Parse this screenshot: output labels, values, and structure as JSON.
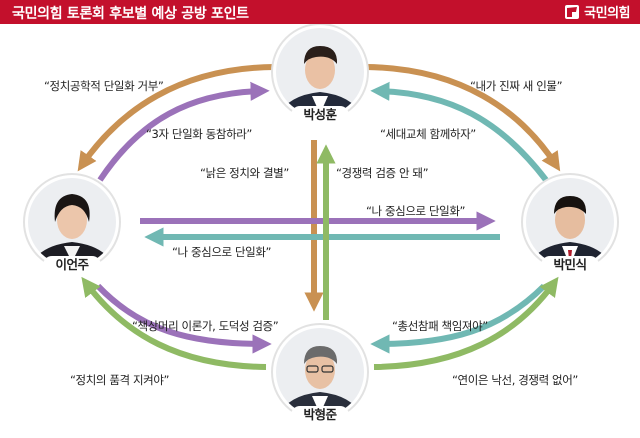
{
  "header": {
    "title": "국민의힘 토론회 후보별 예상 공방 포인트",
    "brand": "국민의힘",
    "brand_icon": "party-logo-icon",
    "color": "#c3102c"
  },
  "candidates": {
    "top": "박성훈",
    "left": "이언주",
    "right": "박민식",
    "bottom": "박형준"
  },
  "colors": {
    "top": "#c99152",
    "left": "#9b72b9",
    "right": "#70b8b3",
    "bottom": "#8fba64"
  },
  "statements": {
    "top_to_left": "“정치공학적 단일화 거부”",
    "left_to_top": "“3자 단일화 동참하라”",
    "top_to_right": "“내가 진짜 새 인물”",
    "right_to_top": "“세대교체 함께하자”",
    "top_to_bottom": "“낡은 정치와 결별”",
    "bottom_to_top": "“경쟁력 검증 안 돼”",
    "left_to_right": "“나 중심으로 단일화”",
    "right_to_left": "“나 중심으로 단일화”",
    "left_to_bottom": "“책상머리 이론가, 도덕성 검증”",
    "bottom_to_left": "“정치의 품격 지켜야”",
    "right_to_bottom": "“총선참패 책임져야”",
    "bottom_to_right": "“연이은 낙선, 경쟁력 없어”"
  }
}
